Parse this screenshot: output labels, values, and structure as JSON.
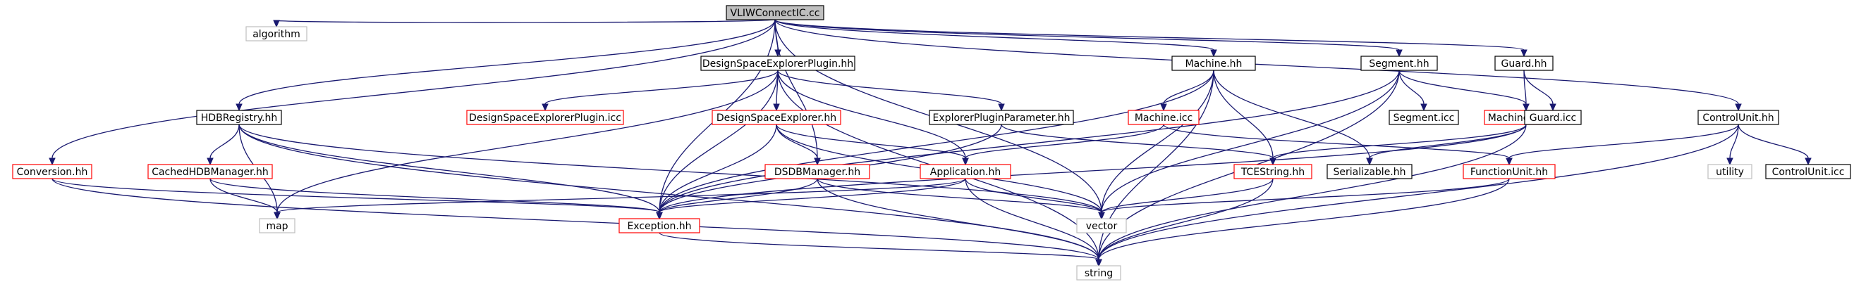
{
  "colors": {
    "edge": "#191970",
    "text": "#000000",
    "root_fill": "#bfbfbf",
    "root_border": "#000000",
    "normal_border": "#000000",
    "incomplete_border": "#ff0000",
    "external_border": "#bfbfbf",
    "external_text": "#000000",
    "background": "#ffffff"
  },
  "nodes": [
    {
      "id": "vliw",
      "label": "VLIWConnectIC.cc",
      "kind": "root"
    },
    {
      "id": "algorithm",
      "label": "algorithm",
      "kind": "external"
    },
    {
      "id": "dsep",
      "label": "DesignSpaceExplorerPlugin.hh",
      "kind": "normal"
    },
    {
      "id": "machine",
      "label": "Machine.hh",
      "kind": "normal"
    },
    {
      "id": "segment",
      "label": "Segment.hh",
      "kind": "normal"
    },
    {
      "id": "guard",
      "label": "Guard.hh",
      "kind": "normal"
    },
    {
      "id": "hdbreg",
      "label": "HDBRegistry.hh",
      "kind": "normal"
    },
    {
      "id": "dsepicc",
      "label": "DesignSpaceExplorerPlugin.icc",
      "kind": "incomplete"
    },
    {
      "id": "dse",
      "label": "DesignSpaceExplorer.hh",
      "kind": "incomplete"
    },
    {
      "id": "epp",
      "label": "ExplorerPluginParameter.hh",
      "kind": "normal"
    },
    {
      "id": "machineicc",
      "label": "Machine.icc",
      "kind": "incomplete"
    },
    {
      "id": "segmenticc",
      "label": "Segment.icc",
      "kind": "normal"
    },
    {
      "id": "machinepart",
      "label": "MachinePart.hh",
      "kind": "incomplete"
    },
    {
      "id": "guardicc",
      "label": "Guard.icc",
      "kind": "normal"
    },
    {
      "id": "controlunit",
      "label": "ControlUnit.hh",
      "kind": "normal"
    },
    {
      "id": "conversion",
      "label": "Conversion.hh",
      "kind": "incomplete"
    },
    {
      "id": "cachedhdb",
      "label": "CachedHDBManager.hh",
      "kind": "incomplete"
    },
    {
      "id": "dsdb",
      "label": "DSDBManager.hh",
      "kind": "incomplete"
    },
    {
      "id": "application",
      "label": "Application.hh",
      "kind": "incomplete"
    },
    {
      "id": "tcestring",
      "label": "TCEString.hh",
      "kind": "incomplete"
    },
    {
      "id": "serializable",
      "label": "Serializable.hh",
      "kind": "normal"
    },
    {
      "id": "functionunit",
      "label": "FunctionUnit.hh",
      "kind": "incomplete"
    },
    {
      "id": "utility",
      "label": "utility",
      "kind": "external"
    },
    {
      "id": "controluniticc",
      "label": "ControlUnit.icc",
      "kind": "normal"
    },
    {
      "id": "map",
      "label": "map",
      "kind": "external"
    },
    {
      "id": "exception",
      "label": "Exception.hh",
      "kind": "incomplete"
    },
    {
      "id": "vector",
      "label": "vector",
      "kind": "external"
    },
    {
      "id": "string",
      "label": "string",
      "kind": "external"
    }
  ],
  "edges": [
    [
      "vliw",
      "algorithm"
    ],
    [
      "vliw",
      "dsep"
    ],
    [
      "vliw",
      "machine"
    ],
    [
      "vliw",
      "segment"
    ],
    [
      "vliw",
      "guard"
    ],
    [
      "vliw",
      "controlunit"
    ],
    [
      "vliw",
      "hdbreg"
    ],
    [
      "vliw",
      "conversion"
    ],
    [
      "vliw",
      "exception"
    ],
    [
      "vliw",
      "vector"
    ],
    [
      "vliw",
      "dsdb"
    ],
    [
      "dsep",
      "dsepicc"
    ],
    [
      "dsep",
      "dse"
    ],
    [
      "dsep",
      "epp"
    ],
    [
      "dsep",
      "application"
    ],
    [
      "dsep",
      "exception"
    ],
    [
      "dsep",
      "map"
    ],
    [
      "dsep",
      "string"
    ],
    [
      "machine",
      "machineicc"
    ],
    [
      "machine",
      "tcestring"
    ],
    [
      "machine",
      "serializable"
    ],
    [
      "machine",
      "exception"
    ],
    [
      "machine",
      "vector"
    ],
    [
      "machine",
      "string"
    ],
    [
      "segment",
      "segmenticc"
    ],
    [
      "segment",
      "machinepart"
    ],
    [
      "segment",
      "exception"
    ],
    [
      "segment",
      "vector"
    ],
    [
      "segment",
      "string"
    ],
    [
      "guard",
      "guardicc"
    ],
    [
      "guard",
      "machinepart"
    ],
    [
      "hdbreg",
      "cachedhdb"
    ],
    [
      "hdbreg",
      "map"
    ],
    [
      "hdbreg",
      "exception"
    ],
    [
      "hdbreg",
      "string"
    ],
    [
      "hdbreg",
      "vector"
    ],
    [
      "dse",
      "dsdb"
    ],
    [
      "dse",
      "application"
    ],
    [
      "dse",
      "exception"
    ],
    [
      "dse",
      "vector"
    ],
    [
      "epp",
      "tcestring"
    ],
    [
      "epp",
      "exception"
    ],
    [
      "machineicc",
      "application"
    ],
    [
      "machineicc",
      "functionunit"
    ],
    [
      "machinepart",
      "tcestring"
    ],
    [
      "machinepart",
      "serializable"
    ],
    [
      "machinepart",
      "exception"
    ],
    [
      "machinepart",
      "string"
    ],
    [
      "controlunit",
      "functionunit"
    ],
    [
      "controlunit",
      "utility"
    ],
    [
      "controlunit",
      "controluniticc"
    ],
    [
      "controlunit",
      "string"
    ],
    [
      "conversion",
      "exception"
    ],
    [
      "conversion",
      "string"
    ],
    [
      "cachedhdb",
      "map"
    ],
    [
      "cachedhdb",
      "exception"
    ],
    [
      "dsdb",
      "exception"
    ],
    [
      "dsdb",
      "string"
    ],
    [
      "dsdb",
      "vector"
    ],
    [
      "application",
      "map"
    ],
    [
      "application",
      "vector"
    ],
    [
      "application",
      "string"
    ],
    [
      "application",
      "exception"
    ],
    [
      "tcestring",
      "vector"
    ],
    [
      "tcestring",
      "string"
    ],
    [
      "functionunit",
      "vector"
    ],
    [
      "functionunit",
      "string"
    ],
    [
      "exception",
      "string"
    ]
  ]
}
